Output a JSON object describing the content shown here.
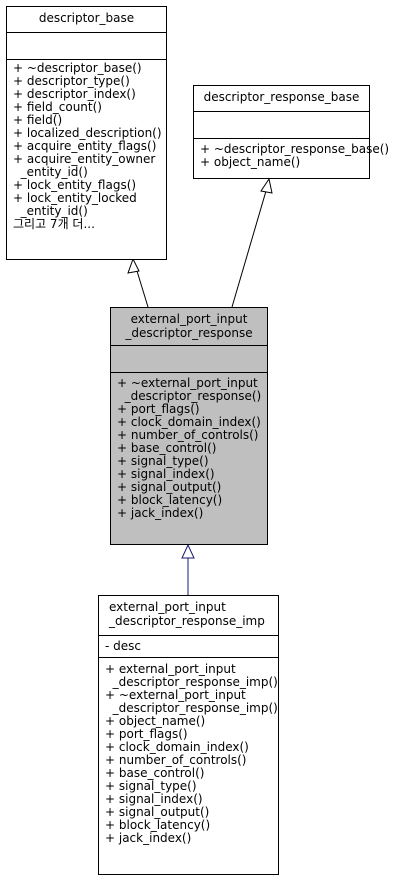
{
  "classes": {
    "descriptor_base": {
      "title": [
        "descriptor_base"
      ],
      "attributes": [],
      "methods": [
        "+ ~descriptor_base()",
        "+ descriptor_type()",
        "+ descriptor_index()",
        "+ field_count()",
        "+ field()",
        "+ localized_description()",
        "+ acquire_entity_flags()",
        "+ acquire_entity_owner",
        "  _entity_id()",
        "+ lock_entity_flags()",
        "+ lock_entity_locked",
        "  _entity_id()",
        "그리고 7개 더..."
      ]
    },
    "descriptor_response_base": {
      "title": [
        "descriptor_response_base"
      ],
      "attributes": [],
      "methods": [
        "+ ~descriptor_response_base()",
        "+ object_name()"
      ]
    },
    "external_port_input_descriptor_response": {
      "title": [
        "external_port_input",
        "_descriptor_response"
      ],
      "attributes": [],
      "methods": [
        "+ ~external_port_input",
        "  _descriptor_response()",
        "+ port_flags()",
        "+ clock_domain_index()",
        "+ number_of_controls()",
        "+ base_control()",
        "+ signal_type()",
        "+ signal_index()",
        "+ signal_output()",
        "+ block_latency()",
        "+ jack_index()"
      ]
    },
    "external_port_input_descriptor_response_imp": {
      "title": [
        "external_port_input",
        "_descriptor_response_imp"
      ],
      "attributes": [
        "- desc"
      ],
      "methods": [
        "+ external_port_input",
        "  _descriptor_response_imp()",
        "+ ~external_port_input",
        "  _descriptor_response_imp()",
        "+ object_name()",
        "+ port_flags()",
        "+ clock_domain_index()",
        "+ number_of_controls()",
        "+ base_control()",
        "+ signal_type()",
        "+ signal_index()",
        "+ signal_output()",
        "+ block_latency()",
        "+ jack_index()"
      ]
    }
  },
  "colors": {
    "focus_fill": "#bfbfbf",
    "inherit_from_base": "#000000",
    "inherit_from_focus": "#191970"
  }
}
